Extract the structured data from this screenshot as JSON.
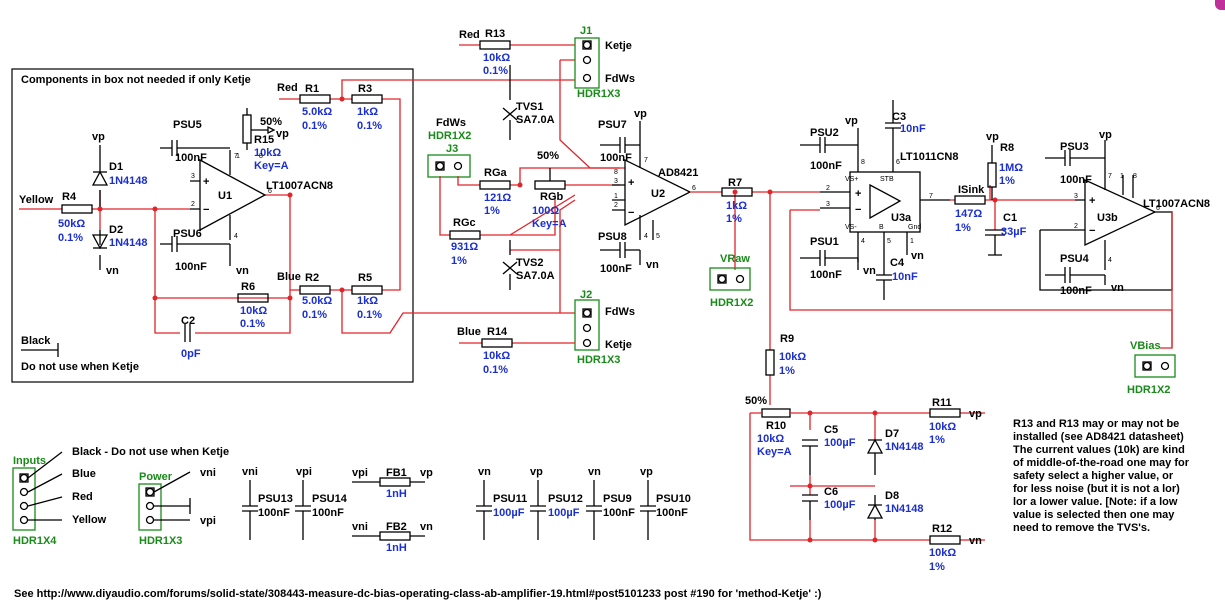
{
  "colors": {
    "wire": "#e0242a",
    "component": "#000000",
    "value": "#1b2fd0",
    "connector": "#1a8a1a",
    "corner_tab": "#c0309a"
  },
  "box": {
    "title": "Components in box not needed if only Ketje",
    "footer": "Do not use when Ketje"
  },
  "nets": {
    "yellow": "Yellow",
    "red": "Red",
    "blue": "Blue",
    "black": "Black",
    "vp": "vp",
    "vn": "vn",
    "vpi": "vpi",
    "vni": "vni",
    "fdws": "FdWs",
    "ketje": "Ketje"
  },
  "parts": {
    "R1": [
      "R1",
      "5.0kΩ",
      "0.1%"
    ],
    "R2": [
      "R2",
      "5.0kΩ",
      "0.1%"
    ],
    "R3": [
      "R3",
      "1kΩ",
      "0.1%"
    ],
    "R4": [
      "R4",
      "50kΩ",
      "0.1%"
    ],
    "R5": [
      "R5",
      "1kΩ",
      "0.1%"
    ],
    "R6": [
      "R6",
      "10kΩ",
      "0.1%"
    ],
    "R7": [
      "R7",
      "1kΩ",
      "1%"
    ],
    "R8": [
      "R8",
      "1MΩ",
      "1%"
    ],
    "R9": [
      "R9",
      "10kΩ",
      "1%"
    ],
    "R10": [
      "R10",
      "10kΩ",
      "Key=A"
    ],
    "R11": [
      "R11",
      "10kΩ",
      "1%"
    ],
    "R12": [
      "R12",
      "10kΩ",
      "1%"
    ],
    "R13": [
      "R13",
      "10kΩ",
      "0.1%"
    ],
    "R14": [
      "R14",
      "10kΩ",
      "0.1%"
    ],
    "R15": [
      "R15",
      "10kΩ",
      "Key=A"
    ],
    "RGa": [
      "RGa",
      "121Ω",
      "1%"
    ],
    "RGb": [
      "RGb",
      "100Ω",
      "Key=A"
    ],
    "RGc": [
      "RGc",
      "931Ω",
      "1%"
    ],
    "ISink": [
      "ISink",
      "147Ω",
      "1%"
    ],
    "C1": [
      "C1",
      "33µF"
    ],
    "C2": [
      "C2",
      "0pF"
    ],
    "C3": [
      "C3",
      "10nF"
    ],
    "C4": [
      "C4",
      "10nF"
    ],
    "C5": [
      "C5",
      "100µF"
    ],
    "C6": [
      "C6",
      "100µF"
    ],
    "D1": [
      "D1",
      "1N4148"
    ],
    "D2": [
      "D2",
      "1N4148"
    ],
    "D7": [
      "D7",
      "1N4148"
    ],
    "D8": [
      "D8",
      "1N4148"
    ],
    "TVS1": [
      "TVS1",
      "SA7.0A"
    ],
    "TVS2": [
      "TVS2",
      "SA7.0A"
    ],
    "FB1": [
      "FB1",
      "1nH"
    ],
    "FB2": [
      "FB2",
      "1nH"
    ],
    "U1": [
      "U1",
      "LT1007ACN8"
    ],
    "U2": [
      "U2",
      "AD8421"
    ],
    "U3a": [
      "U3a",
      "LT1011CN8"
    ],
    "U3b": [
      "U3b",
      "LT1007ACN8"
    ],
    "PSU1": [
      "PSU1",
      "100nF"
    ],
    "PSU2": [
      "PSU2",
      "100nF"
    ],
    "PSU3": [
      "PSU3",
      "100nF"
    ],
    "PSU4": [
      "PSU4",
      "100nF"
    ],
    "PSU5": [
      "PSU5",
      "100nF"
    ],
    "PSU6": [
      "PSU6",
      "100nF"
    ],
    "PSU7": [
      "PSU7",
      "100nF"
    ],
    "PSU8": [
      "PSU8",
      "100nF"
    ],
    "PSU9": [
      "PSU9",
      "100nF"
    ],
    "PSU10": [
      "PSU10",
      "100nF"
    ],
    "PSU11": [
      "PSU11",
      "100µF"
    ],
    "PSU12": [
      "PSU12",
      "100µF"
    ],
    "PSU13": [
      "PSU13",
      "100nF"
    ],
    "PSU14": [
      "PSU14",
      "100nF"
    ]
  },
  "connectors": {
    "J1": [
      "J1",
      "HDR1X3"
    ],
    "J2": [
      "J2",
      "HDR1X3"
    ],
    "J3": [
      "J3",
      "HDR1X2"
    ],
    "VRaw": [
      "VRaw",
      "HDR1X2"
    ],
    "VBias": [
      "VBias",
      "HDR1X2"
    ],
    "Inputs": [
      "Inputs",
      "HDR1X4"
    ],
    "Power": [
      "Power",
      "HDR1X3"
    ]
  },
  "pot_pct": {
    "R15": "50%",
    "RGb": "50%",
    "R10": "50%"
  },
  "legend": {
    "black": "Black - Do not use when Ketje",
    "blue": "Blue",
    "red": "Red",
    "yellow": "Yellow",
    "fdws": "FdWs"
  },
  "ic_text": {
    "stb": "STB",
    "vsp": "VS+",
    "vsm": "VS-",
    "b": "B",
    "gnd": "Gnd"
  },
  "note": [
    "R13 and R13 may or may not be",
    "installed (see AD8421 datasheet)",
    "The current values (10k) are kind",
    "of middle-of-the-road one may for",
    "safety select a higher value, or",
    "for less noise (but it is not a lor)",
    "lor a lower value. [Note: if a low",
    "value is selected then one may",
    "need to remove the TVS's."
  ],
  "footer": "See http://www.diyaudio.com/forums/solid-state/308443-measure-dc-bias-operating-class-ab-amplifier-19.html#post5101233 post #190 for 'method-Ketje' :)"
}
